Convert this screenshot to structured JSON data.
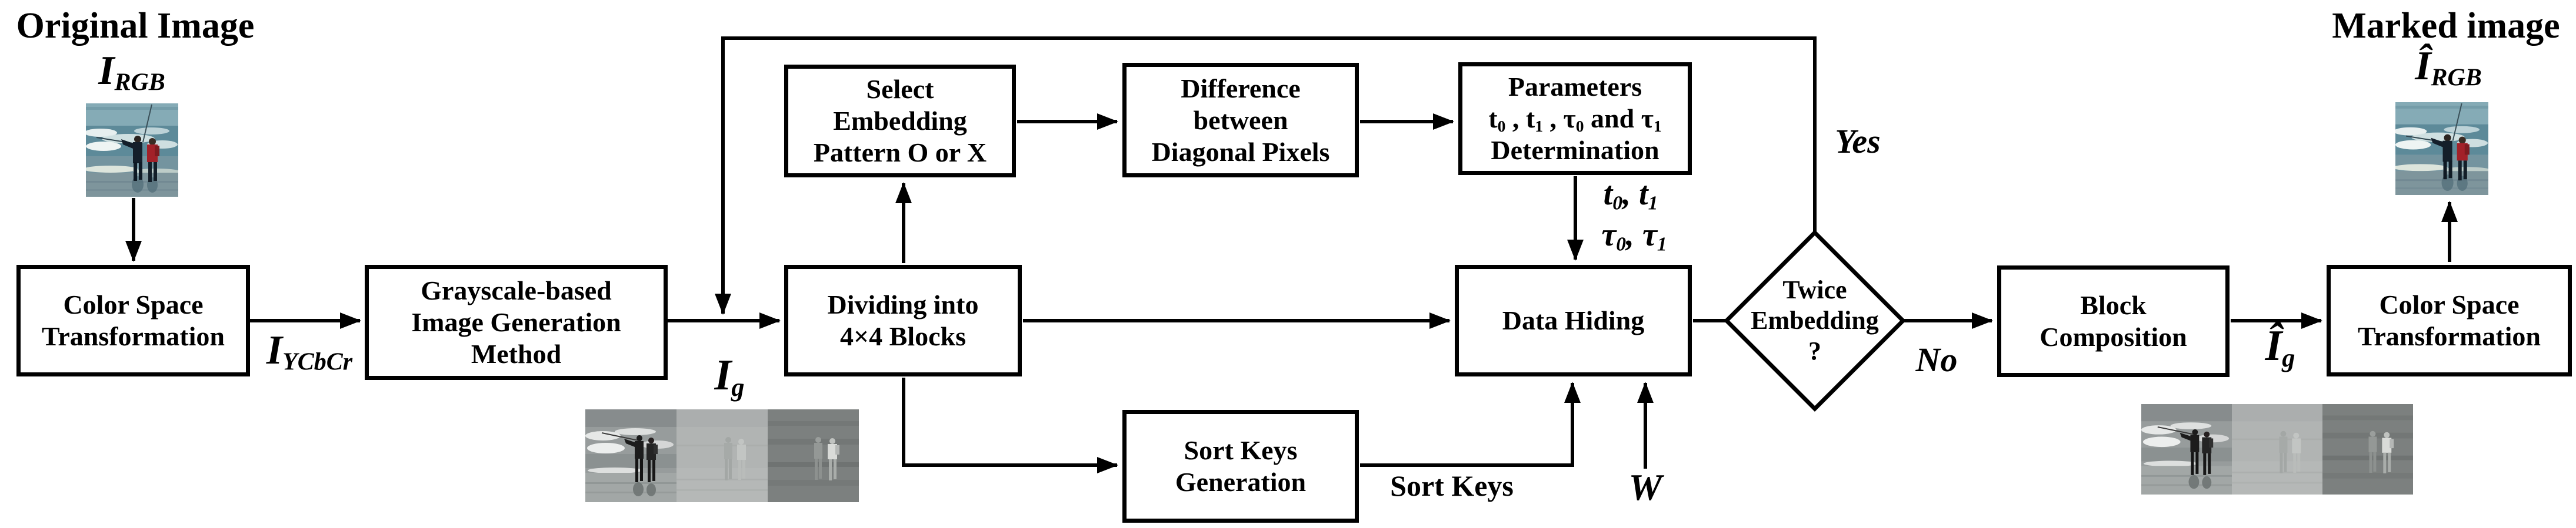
{
  "diagram": {
    "background": "#ffffff",
    "line_color": "#000000"
  },
  "titles": {
    "original_image": "Original Image",
    "marked_image": "Marked image"
  },
  "flow_labels": {
    "input_symbol": "I_{RGB}",
    "ycbcr_symbol": "I_{YCbCr}",
    "gray_symbol": "I_{g}",
    "params_t": "t_{0}, t_{1}",
    "params_tau": "τ_{0}, τ_{1}",
    "sort_keys": "Sort Keys",
    "watermark_symbol": "W",
    "yes": "Yes",
    "no": "No",
    "marked_gray_symbol": "Î_{g}",
    "output_symbol": "Î_{RGB}"
  },
  "boxes": {
    "color_space_1": {
      "lines": [
        "Color Space",
        "Transformation"
      ]
    },
    "grayscale_gen": {
      "lines": [
        "Grayscale-based",
        "Image Generation",
        "Method"
      ]
    },
    "dividing": {
      "lines": [
        "Dividing into",
        "4×4 Blocks"
      ]
    },
    "select_pattern": {
      "lines": [
        "Select",
        "Embedding",
        "Pattern O or X"
      ]
    },
    "difference": {
      "lines": [
        "Difference",
        "between",
        "Diagonal Pixels"
      ]
    },
    "parameters": {
      "lines": [
        "Parameters",
        "t_{0} , t_{1} , τ_{0} and τ_{1}",
        "Determination"
      ]
    },
    "data_hiding": {
      "lines": [
        "Data Hiding"
      ]
    },
    "sort_keys_gen": {
      "lines": [
        "Sort Keys",
        "Generation"
      ]
    },
    "block_comp": {
      "lines": [
        "Block",
        "Composition"
      ]
    },
    "color_space_2": {
      "lines": [
        "Color Space",
        "Transformation"
      ]
    }
  },
  "decision": {
    "lines": [
      "Twice",
      "Embedding",
      "?"
    ]
  },
  "images": {
    "original_photo": "beach-photo-color",
    "marked_photo": "beach-photo-color-marked",
    "grayscale_strip_1": "ycbcr-grayscale-triptych",
    "grayscale_strip_2": "marked-grayscale-triptych"
  }
}
